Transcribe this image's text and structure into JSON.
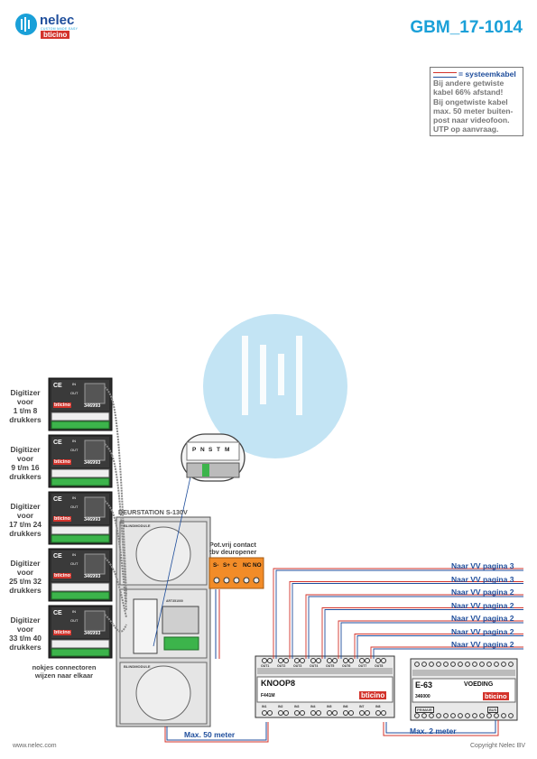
{
  "brand": {
    "name": "nelec",
    "tagline": "CUSTOM MADE EASY",
    "partner": "bticino"
  },
  "document_code": "GBM_17-1014",
  "cable_note": {
    "legend": "= systeemkabel",
    "lines": [
      "Bij andere getwiste",
      "kabel 66% afstand!",
      "Bij ongetwiste kabel",
      "max. 50 meter buiten-",
      "post naar videofoon.",
      "UTP op aanvraag."
    ]
  },
  "digitizers": [
    {
      "label": [
        "Digitizer",
        "voor",
        "1 t/m 8",
        "drukkers"
      ],
      "code": "346993"
    },
    {
      "label": [
        "Digitizer",
        "voor",
        "9 t/m 16",
        "drukkers"
      ],
      "code": "346993"
    },
    {
      "label": [
        "Digitizer",
        "voor",
        "17 t/m 24",
        "drukkers"
      ],
      "code": "346993"
    },
    {
      "label": [
        "Digitizer",
        "voor",
        "25 t/m 32",
        "drukkers"
      ],
      "code": "346993"
    },
    {
      "label": [
        "Digitizer",
        "voor",
        "33 t/m 40",
        "drukkers"
      ],
      "code": "346993"
    }
  ],
  "module_labels": {
    "ce": "CE",
    "in": "IN",
    "out": "OUT",
    "brand": "bticino"
  },
  "connector_note": [
    "nokjes connectoren",
    "wijzen naar elkaar"
  ],
  "door_station": {
    "title": "DEURSTATION S-130V",
    "blind_module_top": "BLINDMODULE",
    "blind_module_bottom": "BLINDMODULE",
    "audio_code": "ART351000"
  },
  "zoom_terminals": [
    "P",
    "N",
    "S",
    "T",
    "M"
  ],
  "relay": {
    "title": [
      "Pot.vrij contact",
      "tbv deuropener"
    ],
    "terminals": [
      "S-",
      "S+",
      "C",
      "NC",
      "NO"
    ]
  },
  "outputs": [
    "Naar VV pagina 3",
    "Naar VV pagina 3",
    "Naar VV pagina 2",
    "Naar VV pagina 2",
    "Naar VV pagina 2",
    "Naar VV pagina 2",
    "Naar VV pagina 2"
  ],
  "knoop": {
    "name": "KNOOP8",
    "code": "F441M",
    "brand": "bticino",
    "top_terminals": [
      "OUT1",
      "OUT2",
      "OUT3",
      "OUT4",
      "OUT5",
      "OUT6",
      "OUT7",
      "OUT8"
    ],
    "bottom_terminals": [
      "IN1",
      "IN2",
      "IN3",
      "IN4",
      "IN5",
      "IN6",
      "IN7",
      "IN8"
    ]
  },
  "voeding": {
    "name": "E-63",
    "label": "VOEDING",
    "code": "346000",
    "brand": "bticino",
    "primair": "PRIMAIR",
    "bus": "BUS"
  },
  "distances": {
    "door_to_knoop": "Max. 50 meter",
    "knoop_to_voeding": "Max. 2 meter"
  },
  "footer": {
    "website": "www.nelec.com",
    "copyright": "Copyright Nelec BV"
  },
  "colors": {
    "accent": "#1aa0d8",
    "navy": "#1f4e9c",
    "relay": "#f28c28",
    "green": "#3cb44b",
    "cable_red": "#d3332b"
  }
}
